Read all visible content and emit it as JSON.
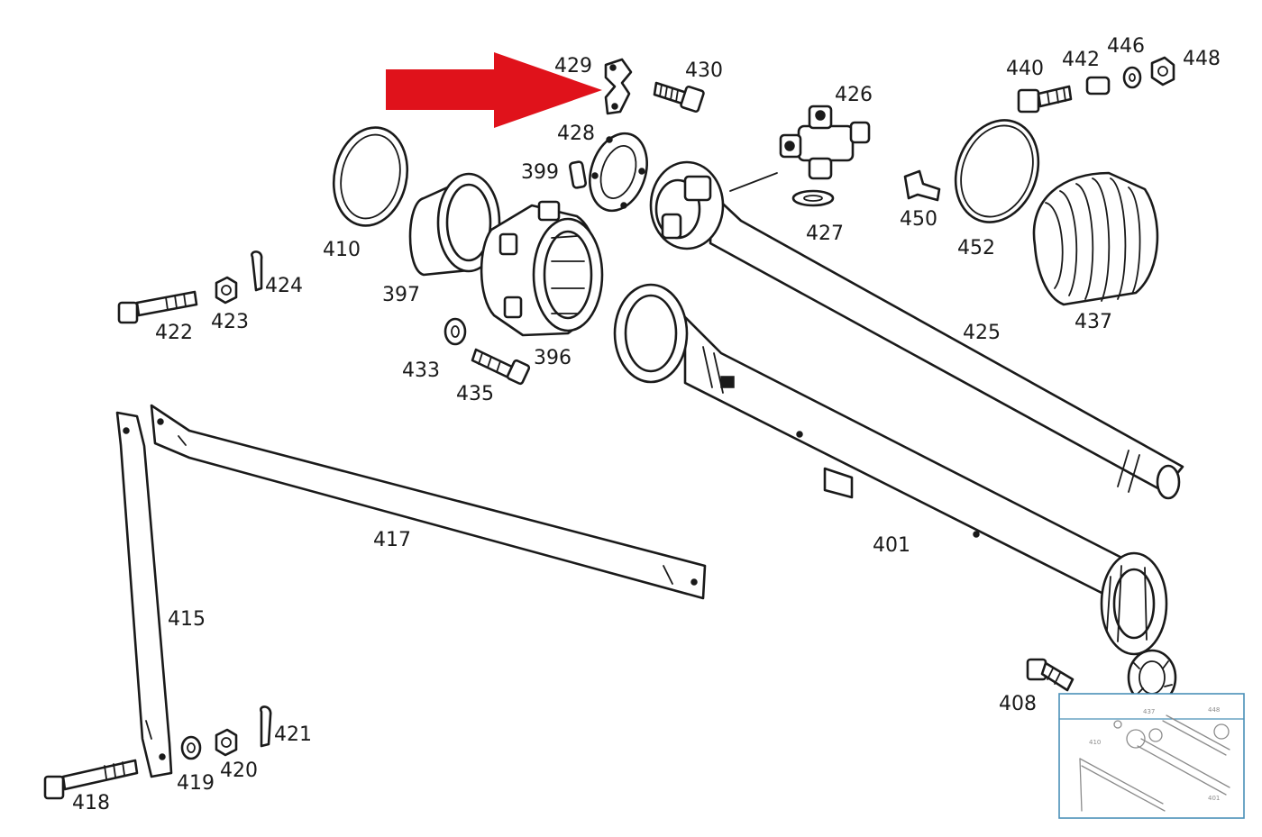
{
  "diagram": {
    "colors": {
      "line": "#1a1a1a",
      "background": "#ffffff",
      "arrow": "#e0121b",
      "thumbnail_frame": "#4a90b8"
    },
    "highlight_arrow": {
      "points_to": "429"
    },
    "labels": {
      "l396": "396",
      "l397": "397",
      "l399": "399",
      "l401": "401",
      "l408": "408",
      "l410": "410",
      "l415": "415",
      "l417": "417",
      "l418": "418",
      "l419": "419",
      "l420": "420",
      "l421": "421",
      "l422": "422",
      "l423": "423",
      "l424": "424",
      "l425": "425",
      "l426": "426",
      "l427": "427",
      "l428": "428",
      "l429": "429",
      "l430": "430",
      "l433": "433",
      "l435": "435",
      "l437": "437",
      "l440": "440",
      "l442": "442",
      "l446": "446",
      "l448": "448",
      "l450": "450",
      "l452": "452"
    }
  }
}
